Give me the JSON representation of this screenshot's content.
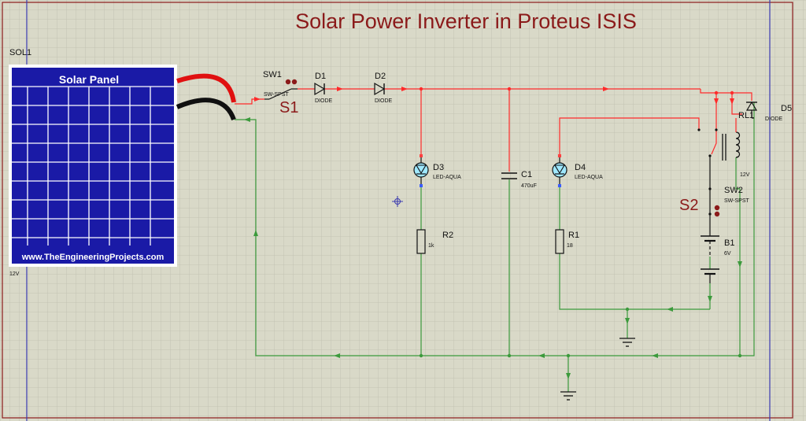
{
  "title": "Solar Power Inverter in Proteus ISIS",
  "colors": {
    "sheet": "#d9d9c8",
    "grid": "#bebeae",
    "wire_hot": "#ff2a2a",
    "wire_gnd": "#3c9a3c",
    "title": "#8b1a1a",
    "panel": "#1a1aa6"
  },
  "solar_panel": {
    "ref": "SOL1",
    "label": "Solar Panel",
    "website": "www.TheEngineeringProjects.com",
    "voltage": "12V"
  },
  "switch1": {
    "ref": "SW1",
    "type": "SW-SPST",
    "tag": "S1"
  },
  "switch2": {
    "ref": "SW2",
    "type": "SW-SPST",
    "tag": "S2"
  },
  "diode1": {
    "ref": "D1",
    "type": "DIODE"
  },
  "diode2": {
    "ref": "D2",
    "type": "DIODE"
  },
  "diode5": {
    "ref": "D5",
    "type": "DIODE"
  },
  "led3": {
    "ref": "D3",
    "type": "LED-AQUA"
  },
  "led4": {
    "ref": "D4",
    "type": "LED-AQUA"
  },
  "cap1": {
    "ref": "C1",
    "value": "470uF"
  },
  "res2": {
    "ref": "R2",
    "value": "1k"
  },
  "res1": {
    "ref": "R1",
    "value": "18"
  },
  "relay": {
    "ref": "RL1",
    "voltage": "12V"
  },
  "battery": {
    "ref": "B1",
    "voltage": "6V"
  }
}
